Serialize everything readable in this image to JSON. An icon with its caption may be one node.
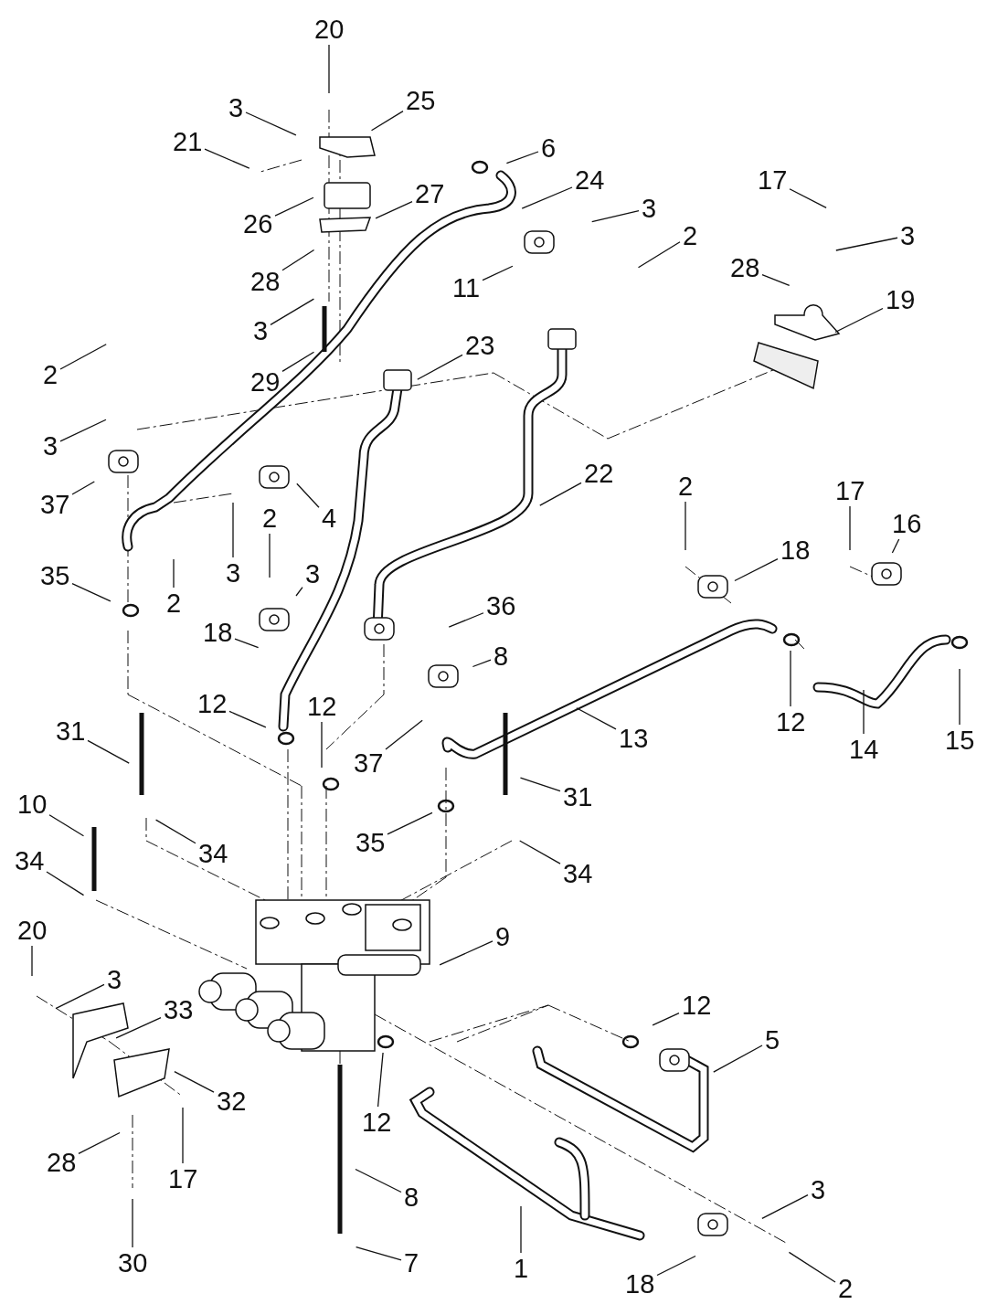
{
  "diagram": {
    "nodes": [
      {
        "text": [
          "20"
        ]
      },
      {
        "text": [
          "3"
        ]
      },
      {
        "text": [
          "25"
        ]
      },
      {
        "text": [
          "21"
        ]
      },
      {
        "text": [
          "6"
        ]
      },
      {
        "text": [
          "24"
        ]
      },
      {
        "text": [
          "27"
        ]
      },
      {
        "text": [
          "26"
        ]
      },
      {
        "text": [
          "3"
        ]
      },
      {
        "text": [
          "2"
        ]
      },
      {
        "text": [
          "11"
        ]
      },
      {
        "text": [
          "28"
        ]
      },
      {
        "text": [
          "3"
        ]
      },
      {
        "text": [
          "29"
        ]
      },
      {
        "text": [
          "17"
        ]
      },
      {
        "text": [
          "3"
        ]
      },
      {
        "text": [
          "28"
        ]
      },
      {
        "text": [
          "19"
        ]
      },
      {
        "text": [
          "23"
        ]
      },
      {
        "text": [
          "2"
        ]
      },
      {
        "text": [
          "3"
        ]
      },
      {
        "text": [
          "37"
        ]
      },
      {
        "text": [
          "22"
        ]
      },
      {
        "text": [
          "2"
        ]
      },
      {
        "text": [
          "17"
        ]
      },
      {
        "text": [
          "16"
        ]
      },
      {
        "text": [
          "4"
        ]
      },
      {
        "text": [
          "2"
        ]
      },
      {
        "text": [
          "3"
        ]
      },
      {
        "text": [
          "2"
        ]
      },
      {
        "text": [
          "18"
        ]
      },
      {
        "text": [
          "3"
        ]
      },
      {
        "text": [
          "35"
        ]
      },
      {
        "text": [
          "36"
        ]
      },
      {
        "text": [
          "18"
        ]
      },
      {
        "text": [
          "8"
        ]
      },
      {
        "text": [
          "12"
        ]
      },
      {
        "text": [
          "12"
        ]
      },
      {
        "text": [
          "37"
        ]
      },
      {
        "text": [
          "13"
        ]
      },
      {
        "text": [
          "12"
        ]
      },
      {
        "text": [
          "14"
        ]
      },
      {
        "text": [
          "15"
        ]
      },
      {
        "text": [
          "31"
        ]
      },
      {
        "text": [
          "31"
        ]
      },
      {
        "text": [
          "35"
        ]
      },
      {
        "text": [
          "34"
        ]
      },
      {
        "text": [
          "10"
        ]
      },
      {
        "text": [
          "34"
        ]
      },
      {
        "text": [
          "34"
        ]
      },
      {
        "text": [
          "9"
        ]
      },
      {
        "text": [
          "20"
        ]
      },
      {
        "text": [
          "3"
        ]
      },
      {
        "text": [
          "33"
        ]
      },
      {
        "text": [
          "12"
        ]
      },
      {
        "text": [
          "5"
        ]
      },
      {
        "text": [
          "32"
        ]
      },
      {
        "text": [
          "12"
        ]
      },
      {
        "text": [
          "28"
        ]
      },
      {
        "text": [
          "17"
        ]
      },
      {
        "text": [
          "8"
        ]
      },
      {
        "text": [
          "3"
        ]
      },
      {
        "text": [
          "30"
        ]
      },
      {
        "text": [
          "7"
        ]
      },
      {
        "text": [
          "1"
        ]
      },
      {
        "text": [
          "18"
        ]
      },
      {
        "text": [
          "2"
        ]
      }
    ],
    "edges": [
      {
        "from": 0,
        "to": null,
        "arrow": "none"
      },
      {
        "from": 1,
        "to": null,
        "arrow": "none"
      },
      {
        "from": 2,
        "to": null,
        "arrow": "none"
      },
      {
        "from": 3,
        "to": null,
        "arrow": "none"
      },
      {
        "from": 4,
        "to": null,
        "arrow": "none"
      },
      {
        "from": 5,
        "to": null,
        "arrow": "none"
      },
      {
        "from": 6,
        "to": null,
        "arrow": "none"
      },
      {
        "from": 7,
        "to": null,
        "arrow": "none"
      },
      {
        "from": 8,
        "to": null,
        "arrow": "none"
      },
      {
        "from": 9,
        "to": null,
        "arrow": "none"
      },
      {
        "from": 10,
        "to": null,
        "arrow": "none"
      },
      {
        "from": 11,
        "to": null,
        "arrow": "none"
      },
      {
        "from": 12,
        "to": null,
        "arrow": "none"
      },
      {
        "from": 13,
        "to": null,
        "arrow": "none"
      },
      {
        "from": 14,
        "to": null,
        "arrow": "none"
      },
      {
        "from": 15,
        "to": null,
        "arrow": "none"
      },
      {
        "from": 16,
        "to": null,
        "arrow": "none"
      },
      {
        "from": 17,
        "to": null,
        "arrow": "none"
      },
      {
        "from": 18,
        "to": null,
        "arrow": "none"
      },
      {
        "from": 19,
        "to": null,
        "arrow": "none"
      },
      {
        "from": 20,
        "to": null,
        "arrow": "none"
      },
      {
        "from": 21,
        "to": null,
        "arrow": "none"
      },
      {
        "from": 22,
        "to": null,
        "arrow": "none"
      },
      {
        "from": 23,
        "to": null,
        "arrow": "none"
      },
      {
        "from": 24,
        "to": null,
        "arrow": "none"
      },
      {
        "from": 25,
        "to": null,
        "arrow": "none"
      },
      {
        "from": 26,
        "to": null,
        "arrow": "none"
      },
      {
        "from": 27,
        "to": null,
        "arrow": "none"
      },
      {
        "from": 28,
        "to": null,
        "arrow": "none"
      },
      {
        "from": 29,
        "to": null,
        "arrow": "none"
      },
      {
        "from": 30,
        "to": null,
        "arrow": "none"
      },
      {
        "from": 31,
        "to": null,
        "arrow": "none"
      },
      {
        "from": 32,
        "to": null,
        "arrow": "none"
      },
      {
        "from": 33,
        "to": null,
        "arrow": "none"
      },
      {
        "from": 34,
        "to": null,
        "arrow": "none"
      },
      {
        "from": 35,
        "to": null,
        "arrow": "none"
      },
      {
        "from": 36,
        "to": null,
        "arrow": "none"
      },
      {
        "from": 37,
        "to": null,
        "arrow": "none"
      },
      {
        "from": 38,
        "to": null,
        "arrow": "none"
      },
      {
        "from": 39,
        "to": null,
        "arrow": "none"
      },
      {
        "from": 40,
        "to": null,
        "arrow": "none"
      },
      {
        "from": 41,
        "to": null,
        "arrow": "none"
      },
      {
        "from": 42,
        "to": null,
        "arrow": "none"
      },
      {
        "from": 43,
        "to": null,
        "arrow": "none"
      },
      {
        "from": 44,
        "to": null,
        "arrow": "none"
      },
      {
        "from": 45,
        "to": null,
        "arrow": "none"
      },
      {
        "from": 46,
        "to": null,
        "arrow": "none"
      },
      {
        "from": 47,
        "to": null,
        "arrow": "none"
      },
      {
        "from": 48,
        "to": null,
        "arrow": "none"
      },
      {
        "from": 49,
        "to": null,
        "arrow": "none"
      },
      {
        "from": 50,
        "to": null,
        "arrow": "none"
      },
      {
        "from": 51,
        "to": null,
        "arrow": "none"
      },
      {
        "from": 52,
        "to": null,
        "arrow": "none"
      },
      {
        "from": 53,
        "to": null,
        "arrow": "none"
      },
      {
        "from": 54,
        "to": null,
        "arrow": "none"
      },
      {
        "from": 55,
        "to": null,
        "arrow": "none"
      },
      {
        "from": 56,
        "to": null,
        "arrow": "none"
      },
      {
        "from": 57,
        "to": null,
        "arrow": "none"
      },
      {
        "from": 58,
        "to": null,
        "arrow": "none"
      },
      {
        "from": 59,
        "to": null,
        "arrow": "none"
      },
      {
        "from": 60,
        "to": null,
        "arrow": "none"
      },
      {
        "from": 61,
        "to": null,
        "arrow": "none"
      },
      {
        "from": 62,
        "to": null,
        "arrow": "none"
      },
      {
        "from": 63,
        "to": null,
        "arrow": "none"
      },
      {
        "from": 64,
        "to": null,
        "arrow": "none"
      },
      {
        "from": 65,
        "to": null,
        "arrow": "none"
      },
      {
        "from": 66,
        "to": null,
        "arrow": "none"
      }
    ]
  }
}
